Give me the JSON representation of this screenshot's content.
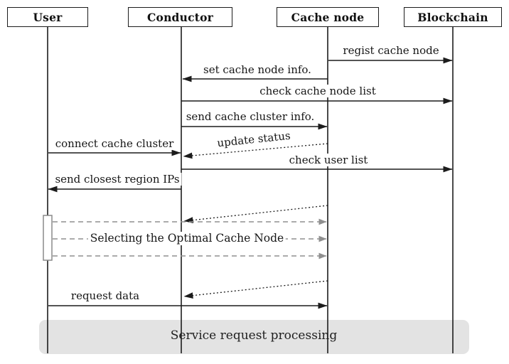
{
  "diagram": {
    "type": "sequence-diagram",
    "actors": [
      {
        "id": "user",
        "label": "User"
      },
      {
        "id": "conductor",
        "label": "Conductor"
      },
      {
        "id": "cache_node",
        "label": "Cache node"
      },
      {
        "id": "blockchain",
        "label": "Blockchain"
      }
    ],
    "messages": [
      {
        "label": "regist cache node",
        "from": "Cache node",
        "to": "Blockchain",
        "style": "solid"
      },
      {
        "label": "set cache node info.",
        "from": "Cache node",
        "to": "Conductor",
        "style": "solid"
      },
      {
        "label": "check cache node list",
        "from": "Conductor",
        "to": "Blockchain",
        "style": "solid"
      },
      {
        "label": "send cache cluster info.",
        "from": "Conductor",
        "to": "Cache node",
        "style": "solid"
      },
      {
        "label": "update status",
        "from": "Cache node",
        "to": "Conductor",
        "style": "dotted"
      },
      {
        "label": "connect cache cluster",
        "from": "User",
        "to": "Conductor",
        "style": "solid"
      },
      {
        "label": "check user list",
        "from": "Conductor",
        "to": "Blockchain",
        "style": "solid"
      },
      {
        "label": "send closest region IPs",
        "from": "Conductor",
        "to": "User",
        "style": "solid"
      },
      {
        "label": "Selecting the Optimal Cache Node",
        "from": "User",
        "to": "Cache node",
        "style": "dashed"
      },
      {
        "label": "request data",
        "from": "User",
        "to": "Cache node",
        "style": "solid"
      }
    ],
    "footer": {
      "label": "Service request processing"
    },
    "colors": {
      "line": "#1c1c1c",
      "dashed_arrow": "#8f8f8f",
      "footer_bg": "#e3e3e3",
      "activation_border": "#8a8a8a"
    }
  }
}
